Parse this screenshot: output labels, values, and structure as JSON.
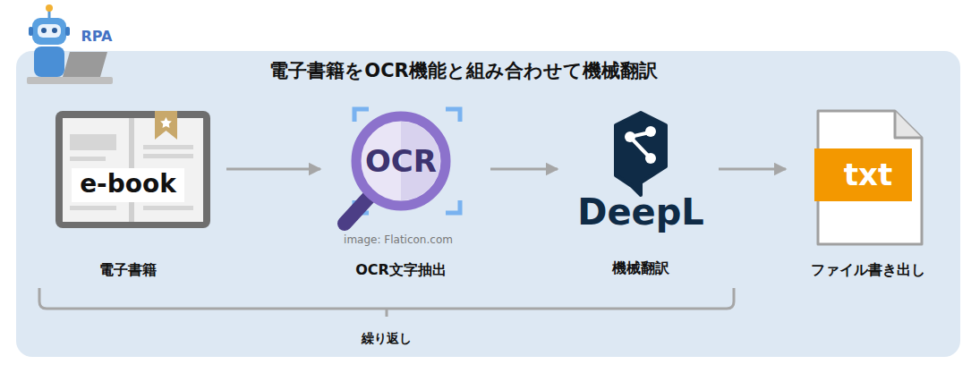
{
  "diagram": {
    "title": "電子書籍をOCR機能と組み合わせて機械翻訳",
    "nodes": [
      {
        "text": [
          "電子書籍をOCR機能と組み合わせて機械翻訳"
        ]
      },
      {
        "text": [
          "e-book",
          "電子書籍"
        ],
        "in": 0
      },
      {
        "text": [
          "OCR",
          "OCR文字抽出"
        ],
        "in": 0
      },
      {
        "text": [
          "DeepL",
          "機械翻訳"
        ],
        "in": 0
      },
      {
        "text": [
          "txt",
          "ファイル書き出し"
        ],
        "in": 0
      }
    ],
    "edges": [
      {
        "from": 1,
        "to": 2,
        "arrow": "to"
      },
      {
        "from": 2,
        "to": 3,
        "arrow": "to"
      },
      {
        "from": 3,
        "to": 4,
        "arrow": "to"
      }
    ],
    "labels": [
      "RPA",
      "image: Flaticon.com",
      "繰り返し"
    ]
  }
}
